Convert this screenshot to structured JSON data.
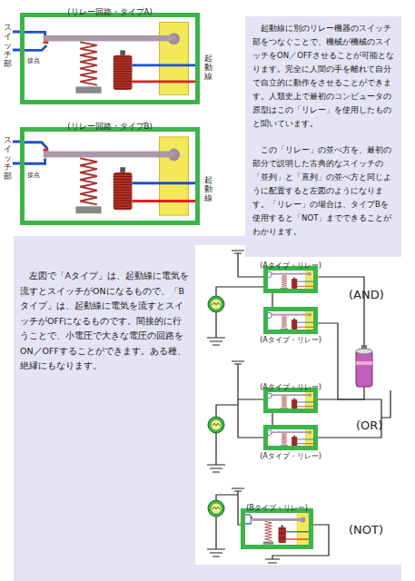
{
  "diagram": {
    "nodes": [
      {
        "text": [
          "(リレー回路・タイプA)"
        ]
      },
      {
        "text": [
          "(リレー回路・タイプB)"
        ]
      },
      {
        "text": [
          "起動線に別のリレー機器のスイッチ部をつなぐことで、機械が機械のスイッチをON／OFFさせることが可能となります。完全に人間の手を離れて自分で自立的に動作をさせることができます。人類史上で最初のコンピュータの原型はこの「リレー」を使用したものと聞いています。",
          "この「リレー」の並べ方を、最初の部分で説明した古典的なスイッチの「並列」と「直列」の並べ方と同じように配置すると左図のようになります。「リレー」の場合は、タイプBを使用すると「NOT」までできることがわかります。"
        ]
      },
      {
        "text": [
          "左図で「Aタイプ」は、起動線に電気を流すとスイッチがONになるもので、「Bタイプ」は、起動線に電気を流すとスイッチがOFFになるものです。間接的に行うことで、小電圧で大きな電圧の回路をON／OFFすることができます。ある種、絶縁にもなります。"
        ]
      },
      {
        "text": [
          "(Aタイプ・リレー)"
        ]
      },
      {
        "text": [
          "(Aタイプ・リレー)"
        ]
      },
      {
        "text": [
          "(Aタイプ・リレー)"
        ]
      },
      {
        "text": [
          "(Aタイプ・リレー)"
        ]
      },
      {
        "text": [
          "(Bタイプ・リレー)"
        ]
      }
    ],
    "edges": [
      {
        "from": 4,
        "to": 5,
        "arrow": "none"
      },
      {
        "from": 6,
        "to": 7,
        "arrow": "none"
      }
    ],
    "labels": [
      "スイッチ部",
      "接点",
      "起動線",
      "スイッチ部",
      "接点",
      "起動線",
      "(AND)",
      "(OR)",
      "(NOT)"
    ]
  }
}
